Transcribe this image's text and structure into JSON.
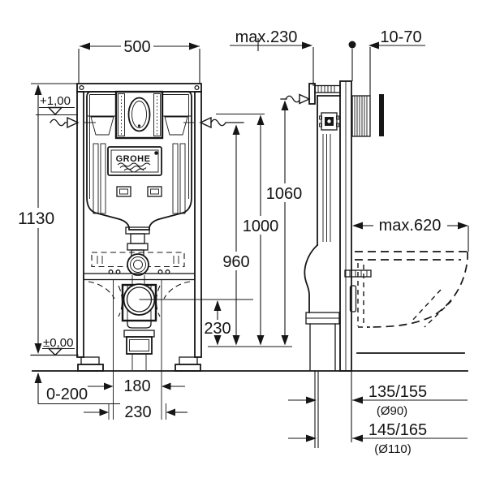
{
  "drawing": {
    "brand_label": "GROHE",
    "front_view": {
      "width": "500",
      "frame_height": "1130",
      "level_top": "+1,00",
      "level_zero": "±0,00",
      "floor_buildup": "0-200",
      "outlet_center_height": "230",
      "spacing_inner": "180",
      "spacing_outer": "230"
    },
    "side_view": {
      "depth_max": "max.230",
      "wall_thickness_range": "10-70",
      "height_1060": "1060",
      "height_1000": "1000",
      "height_960": "960",
      "bowl_depth_max": "max.620",
      "drain_90": "135/155",
      "drain_90_dia": "(Ø90)",
      "drain_110": "145/165",
      "drain_110_dia": "(Ø110)"
    }
  }
}
